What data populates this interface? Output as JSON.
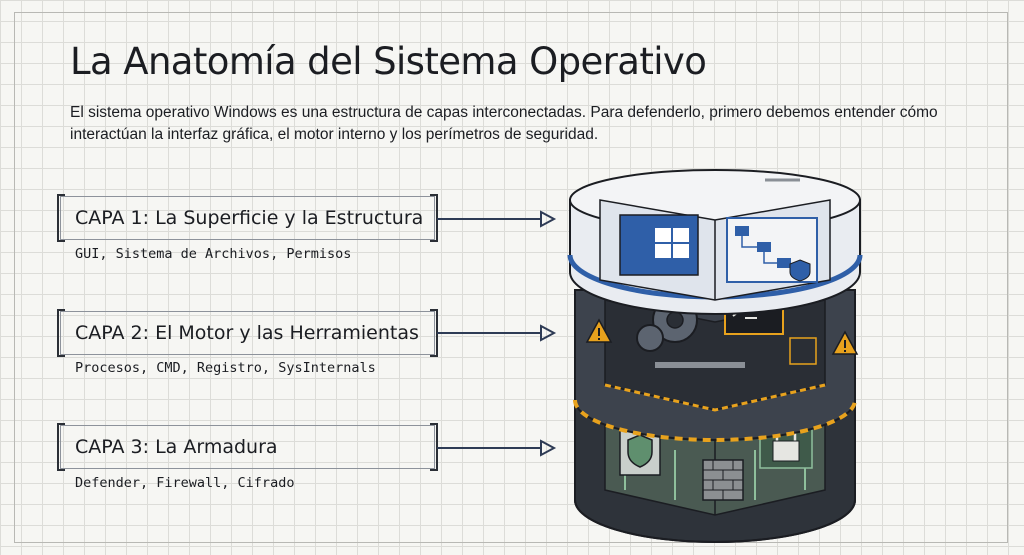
{
  "title": "La Anatomía del Sistema Operativo",
  "subtitle": "El sistema operativo Windows es una estructura de capas interconectadas. Para defenderlo, primero debemos entender cómo interactúan la interfaz gráfica, el motor interno y los perímetros de seguridad.",
  "layers": [
    {
      "label": "CAPA 1: La Superficie y la Estructura",
      "items": "GUI, Sistema de Archivos, Permisos"
    },
    {
      "label": "CAPA 2: El Motor y las Herramientas",
      "items": "Procesos, CMD, Registro, SysInternals"
    },
    {
      "label": "CAPA 3: La Armadura",
      "items": "Defender, Firewall, Cifrado"
    }
  ],
  "colors": {
    "accent_blue": "#2f5fa8",
    "dark_slate": "#3d434d",
    "warning_orange": "#e8a21d",
    "armor_green": "#6e9e7e",
    "grid_line": "#dcdcd8"
  }
}
